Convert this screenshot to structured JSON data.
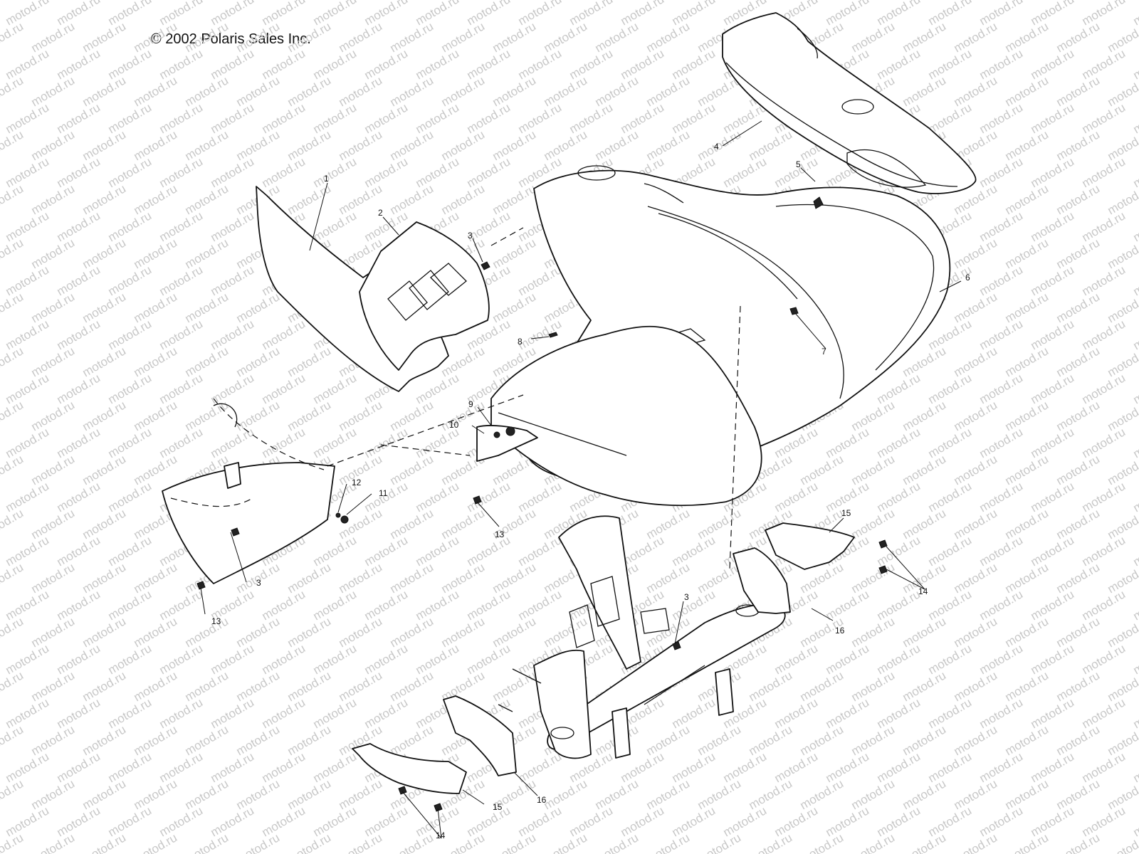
{
  "copyright": "© 2002 Polaris Sales Inc.",
  "watermark": "motod.ru",
  "callouts": [
    {
      "id": "c1",
      "text": "1"
    },
    {
      "id": "c2",
      "text": "2"
    },
    {
      "id": "c3a",
      "text": "3"
    },
    {
      "id": "c3b",
      "text": "3"
    },
    {
      "id": "c3c",
      "text": "3"
    },
    {
      "id": "c4",
      "text": "4"
    },
    {
      "id": "c5",
      "text": "5"
    },
    {
      "id": "c6",
      "text": "6"
    },
    {
      "id": "c7",
      "text": "7"
    },
    {
      "id": "c8",
      "text": "8"
    },
    {
      "id": "c9",
      "text": "9"
    },
    {
      "id": "c10",
      "text": "10"
    },
    {
      "id": "c11",
      "text": "11"
    },
    {
      "id": "c12",
      "text": "12"
    },
    {
      "id": "c13a",
      "text": "13"
    },
    {
      "id": "c13b",
      "text": "13"
    },
    {
      "id": "c14a",
      "text": "14"
    },
    {
      "id": "c14b",
      "text": "14"
    },
    {
      "id": "c15a",
      "text": "15"
    },
    {
      "id": "c15b",
      "text": "15"
    },
    {
      "id": "c16a",
      "text": "16"
    },
    {
      "id": "c16b",
      "text": "16"
    }
  ]
}
